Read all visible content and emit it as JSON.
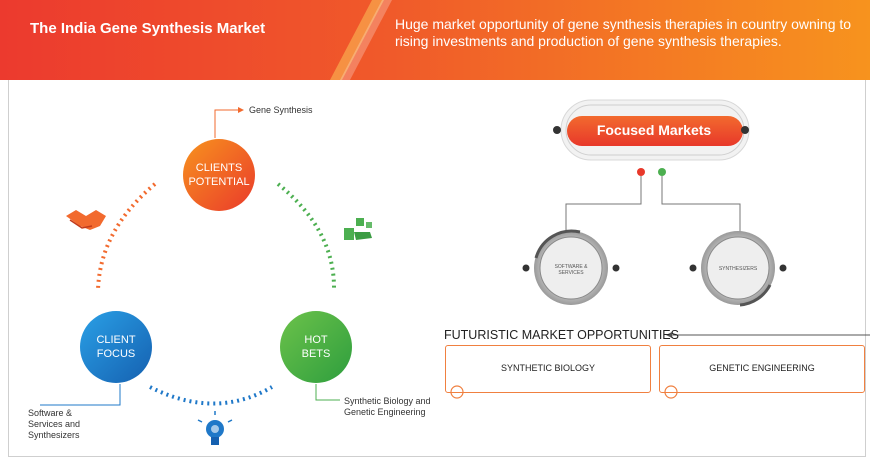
{
  "header": {
    "title": "The India Gene Synthesis Market",
    "subtitle": "Huge market opportunity of gene synthesis therapies in country owning to rising investments and production of gene synthesis therapies."
  },
  "cycle": {
    "clients_potential": "CLIENTS POTENTIAL",
    "client_focus": "CLIENT FOCUS",
    "hot_bets": "HOT BETS",
    "gene_synthesis_label": "Gene Synthesis",
    "software_label": "Software & Services and Synthesizers",
    "synthetic_label": "Synthetic Biology and Genetic Engineering"
  },
  "focused": {
    "title": "Focused Markets",
    "software": "SOFTWARE & SERVICES",
    "synthesizers": "SYNTHESIZERS"
  },
  "futuristic": {
    "title": "FUTURISTIC MARKET OPPORTUNITIES",
    "box1": "SYNTHETIC BIOLOGY",
    "box2": "GENETIC ENGINEERING"
  },
  "colors": {
    "orange": "#f26a2e",
    "red": "#e8382a",
    "blue": "#1f78c8",
    "green": "#4caf50"
  },
  "icons": [
    "handshake-icon",
    "money-icon",
    "lightbulb-icon"
  ]
}
